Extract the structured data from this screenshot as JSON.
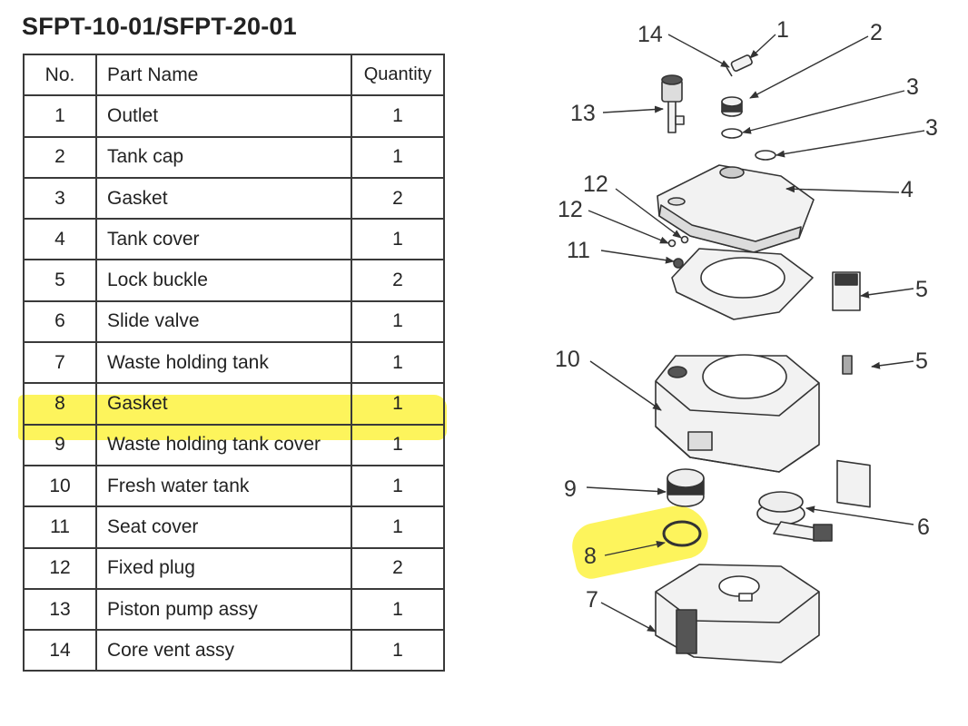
{
  "title": "SFPT-10-01/SFPT-20-01",
  "table": {
    "headers": [
      "No.",
      "Part Name",
      "Quantity"
    ],
    "rows": [
      [
        "1",
        "Outlet",
        "1"
      ],
      [
        "2",
        "Tank cap",
        "1"
      ],
      [
        "3",
        "Gasket",
        "2"
      ],
      [
        "4",
        "Tank cover",
        "1"
      ],
      [
        "5",
        "Lock buckle",
        "2"
      ],
      [
        "6",
        "Slide valve",
        "1"
      ],
      [
        "7",
        "Waste holding tank",
        "1"
      ],
      [
        "8",
        "Gasket",
        "1"
      ],
      [
        "9",
        "Waste holding tank cover",
        "1"
      ],
      [
        "10",
        "Fresh water tank",
        "1"
      ],
      [
        "11",
        "Seat cover",
        "1"
      ],
      [
        "12",
        "Fixed plug",
        "2"
      ],
      [
        "13",
        "Piston pump assy",
        "1"
      ],
      [
        "14",
        "Core vent assy",
        "1"
      ]
    ],
    "highlighted_row": 8
  },
  "diagram": {
    "callouts": [
      "14",
      "1",
      "2",
      "3",
      "13",
      "3",
      "12",
      "4",
      "12",
      "11",
      "5",
      "10",
      "5",
      "9",
      "6",
      "8",
      "7"
    ],
    "highlighted_callout": "8",
    "highlight_color": "#fdf34a"
  }
}
